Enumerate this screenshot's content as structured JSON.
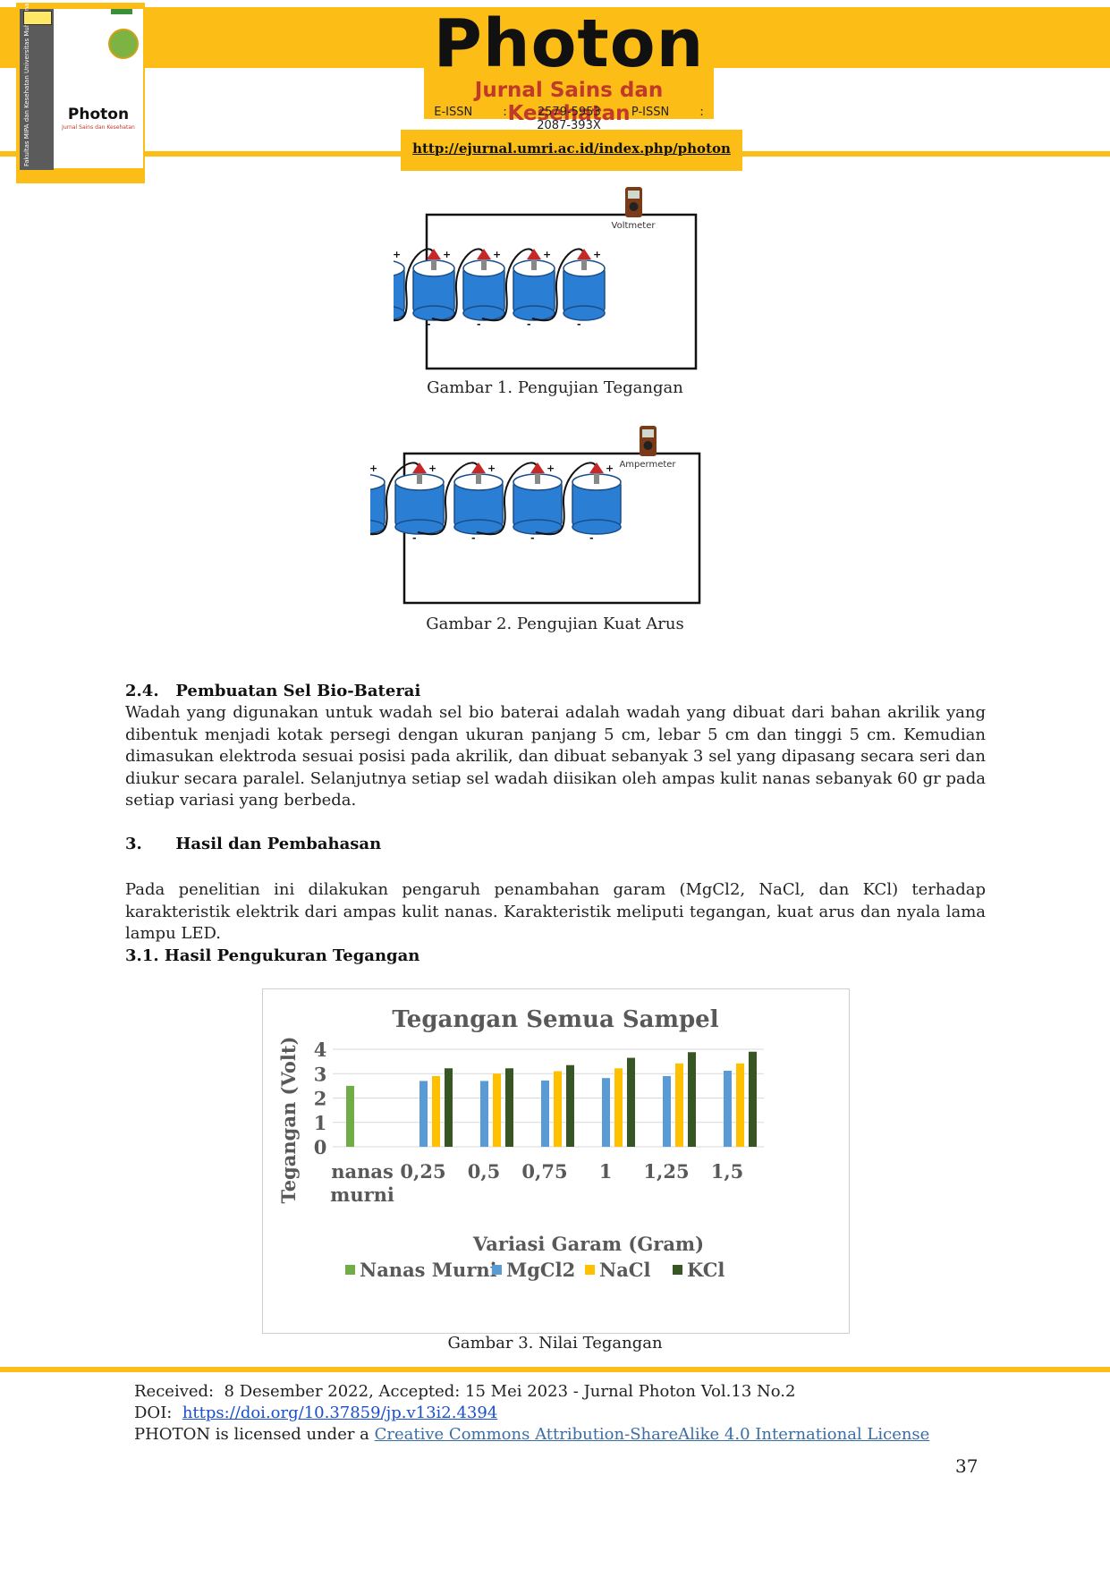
{
  "header": {
    "journal_title": "Photon",
    "journal_subtitle": "Jurnal Sains dan Kesehatan",
    "eissn": "E-ISSN : 2579-5953",
    "pissn": "P-ISSN : 2087-393X",
    "url": "http://ejurnal.umri.ac.id/index.php/photon",
    "cover_title": "Photon",
    "cover_subtitle": "Jurnal Sains dan Kesehatan",
    "cover_spine": "Fakultas MIPA dan Kesehatan Universitas Muhammadiyah Riau"
  },
  "figure1": {
    "meter_label": "Voltmeter",
    "caption": "Gambar 1. Pengujian Tegangan"
  },
  "figure2": {
    "meter_label": "Ampermeter",
    "caption": "Gambar 2. Pengujian Kuat Arus"
  },
  "section_2_4": {
    "heading": "2.4.   Pembuatan Sel Bio-Baterai",
    "text": "Wadah yang digunakan untuk wadah sel bio baterai adalah wadah yang dibuat dari bahan akrilik yang dibentuk menjadi kotak persegi dengan ukuran panjang 5 cm, lebar 5 cm dan tinggi 5 cm. Kemudian dimasukan elektroda sesuai posisi pada akrilik, dan dibuat sebanyak 3 sel yang dipasang secara seri dan diukur secara paralel. Selanjutnya setiap sel wadah diisikan oleh ampas kulit nanas sebanyak 60 gr pada setiap variasi yang berbeda."
  },
  "section_3": {
    "heading": "3.      Hasil dan Pembahasan",
    "text": "Pada penelitian ini dilakukan pengaruh penambahan garam (MgCl2, NaCl, dan KCl) terhadap karakteristik elektrik dari ampas kulit nanas. Karakteristik meliputi tegangan, kuat arus dan nyala lama lampu LED."
  },
  "section_3_1": {
    "heading": "3.1. Hasil Pengukuran Tegangan"
  },
  "chart_data": {
    "type": "bar",
    "title": "Tegangan Semua Sampel",
    "xlabel": "Variasi Garam (Gram)",
    "ylabel": "Tegangan (Volt)",
    "categories": [
      "nanas murni",
      "0,25",
      "0,5",
      "0,75",
      "1",
      "1,25",
      "1,5"
    ],
    "yticks": [
      "0",
      "1",
      "2",
      "3",
      "4"
    ],
    "ylim": [
      0,
      4
    ],
    "grid": true,
    "legend_position": "bottom",
    "series": [
      {
        "name": "Nanas Murni",
        "color": "#70ad47",
        "values": [
          2.5,
          null,
          null,
          null,
          null,
          null,
          null
        ]
      },
      {
        "name": "MgCl2",
        "color": "#5b9bd5",
        "values": [
          null,
          2.7,
          2.7,
          2.72,
          2.82,
          2.9,
          3.12
        ]
      },
      {
        "name": "NaCl",
        "color": "#ffc000",
        "values": [
          null,
          2.9,
          3.0,
          3.1,
          3.22,
          3.42,
          3.42
        ]
      },
      {
        "name": "KCl",
        "color": "#375623",
        "values": [
          null,
          3.22,
          3.22,
          3.35,
          3.65,
          3.88,
          3.9
        ]
      }
    ],
    "caption": "Gambar 3. Nilai Tegangan"
  },
  "footer": {
    "received": "Received:  8 Desember 2022, Accepted: 15 Mei 2023 - Jurnal Photon Vol.13 No.2",
    "doi_label": "DOI:  ",
    "doi_link": "https://doi.org/10.37859/jp.v13i2.4394",
    "license_prefix": "PHOTON is licensed under a ",
    "license_link": "Creative Commons Attribution-ShareAlike 4.0 International License",
    "page_number": "37"
  },
  "colors": {
    "brand_yellow": "#fbbd16",
    "brand_red": "#c0392b",
    "cell_blue": "#2a7fd4",
    "link_blue": "#1a4fcc"
  }
}
